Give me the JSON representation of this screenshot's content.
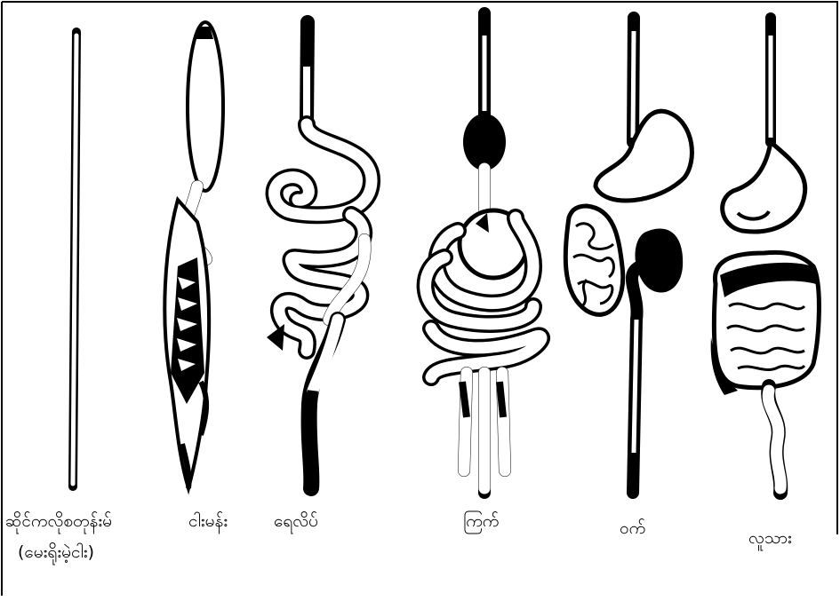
{
  "labels": {
    "fish": "ဆိုင်ကလိုစတုန်းမ်",
    "fish_sub": "(မေးရိုးမဲ့ငါး)",
    "shark": "ငါးမန်း",
    "frog": "ရေလိပ်",
    "bird": "ကြက်",
    "pig": "ဝက်",
    "human": "လူသား"
  },
  "colors": {
    "line": "#000000",
    "background": "#ffffff"
  }
}
